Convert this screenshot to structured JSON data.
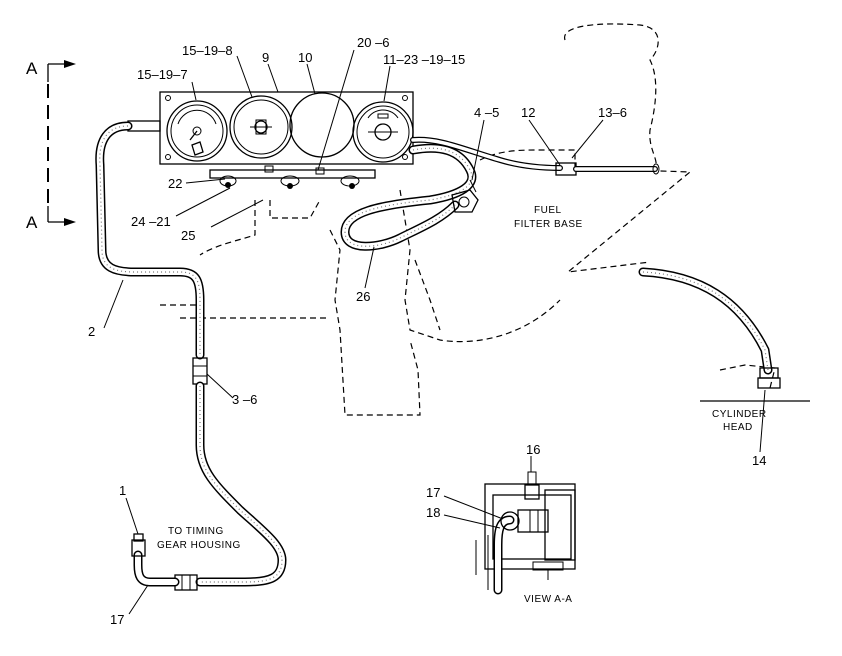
{
  "section_marker": "A",
  "callouts": {
    "c15_19_8": "15–19–8",
    "c9": "9",
    "c10": "10",
    "c20_6": "20 –6",
    "c15_19_7": "15–19–7",
    "c11_23_19_15": "11–23 –19–15",
    "c4_5": "4 –5",
    "c12": "12",
    "c13_6": "13–6",
    "c22": "22",
    "c24_21": "24 –21",
    "c25": "25",
    "c26": "26",
    "c2": "2",
    "c3_6": "3 –6",
    "c14": "14",
    "c16": "16",
    "c17a": "17",
    "c18": "18",
    "c1": "1",
    "c17b": "17"
  },
  "notes": {
    "fuel_filter_line1": "FUEL",
    "fuel_filter_line2": "FILTER BASE",
    "cylinder_line1": "CYLINDER",
    "cylinder_line2": "HEAD",
    "timing_line1": "TO TIMING",
    "timing_line2": "GEAR HOUSING",
    "view": "VIEW A-A"
  }
}
